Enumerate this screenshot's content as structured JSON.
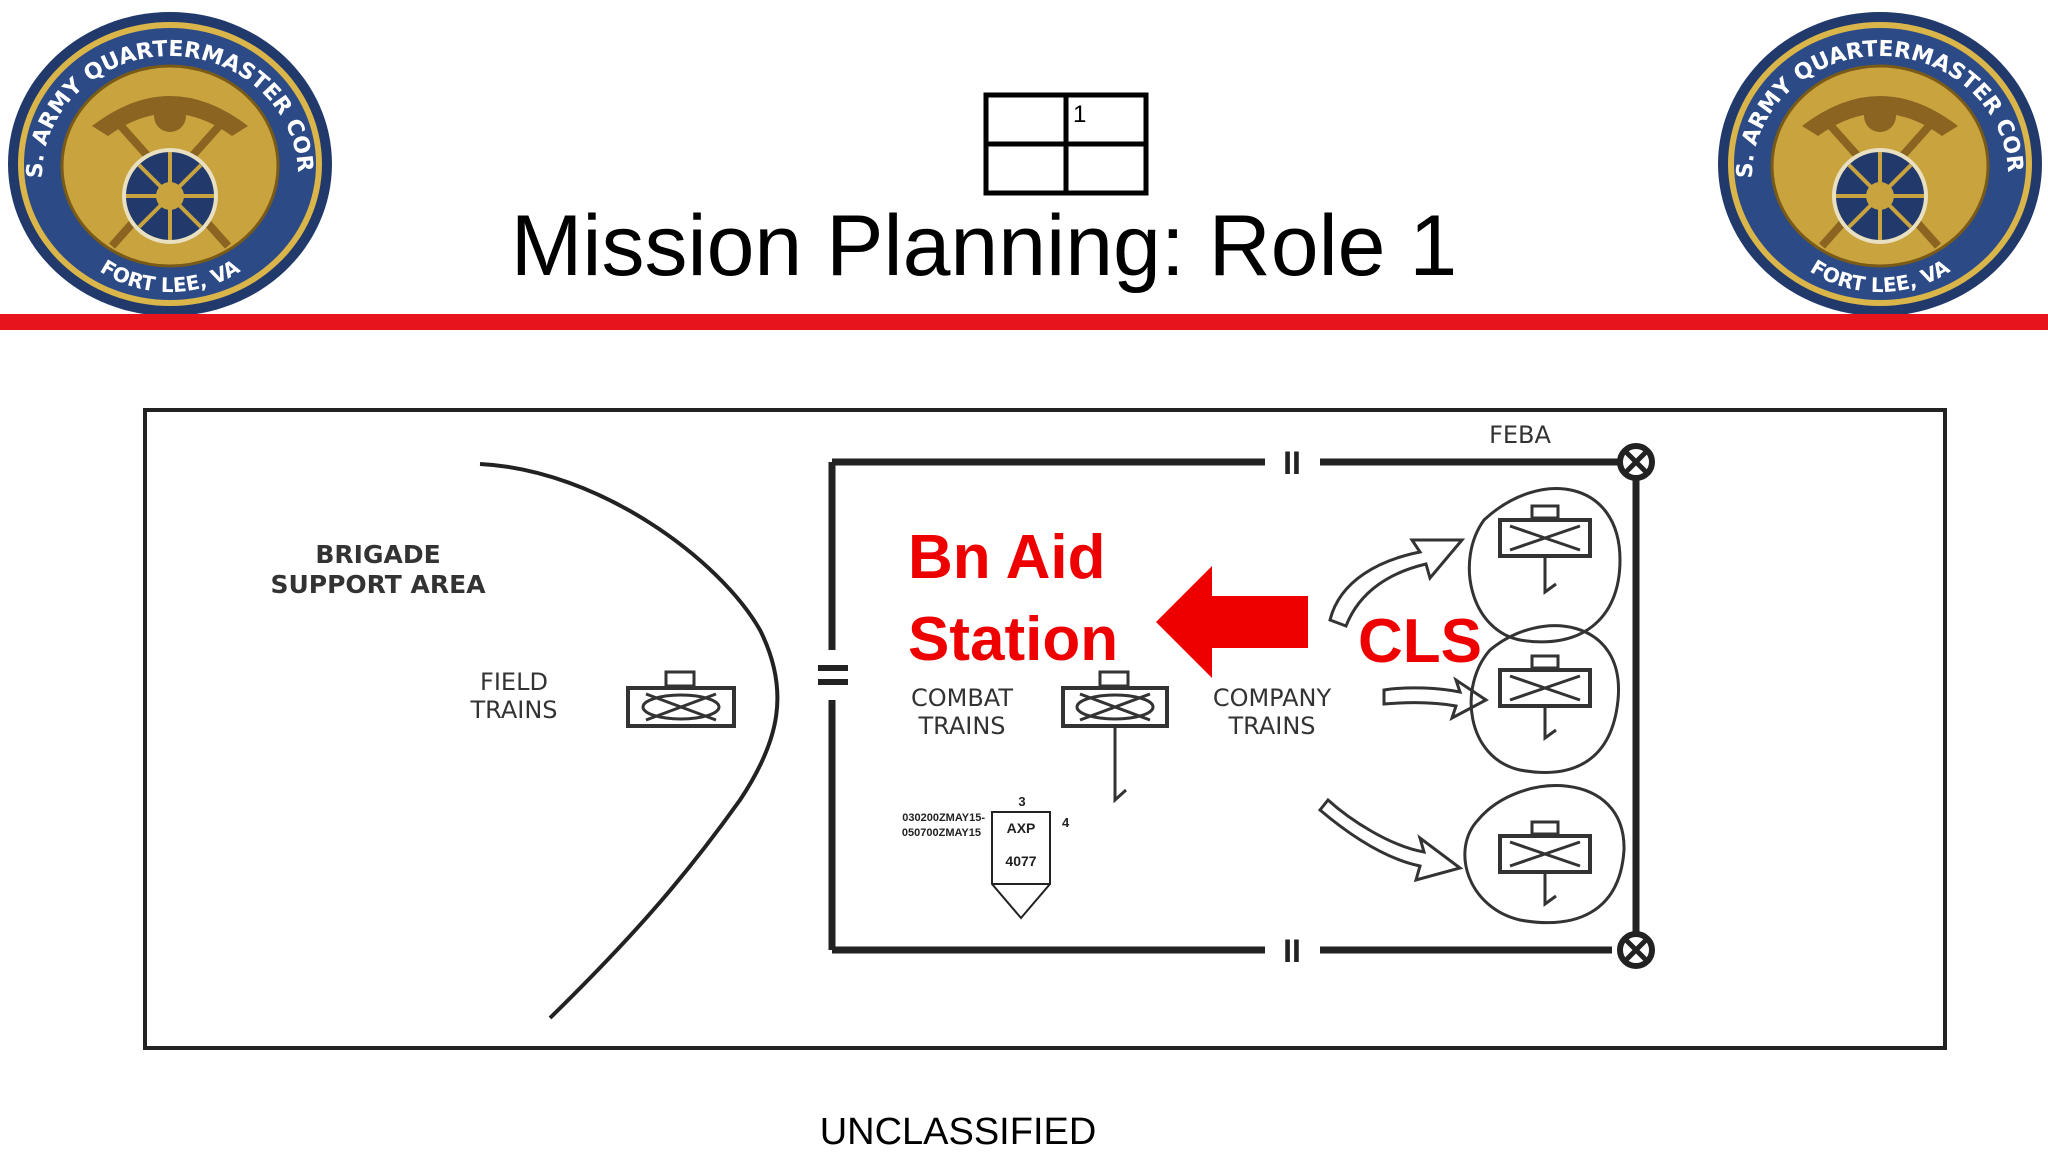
{
  "slide": {
    "title": "Mission Planning: Role 1",
    "classification": "UNCLASSIFIED",
    "title_symbol_number": "1",
    "seal_text": {
      "top": "U.S. ARMY QUARTERMASTER CORPS",
      "bottom": "FORT LEE, VA"
    },
    "accent_color": "#e8141b"
  },
  "diagram": {
    "feba_label": "FEBA",
    "bsa_label_line1": "BRIGADE",
    "bsa_label_line2": "SUPPORT AREA",
    "field_trains_line1": "FIELD",
    "field_trains_line2": "TRAINS",
    "combat_trains_line1": "COMBAT",
    "combat_trains_line2": "TRAINS",
    "company_trains_line1": "COMPANY",
    "company_trains_line2": "TRAINS",
    "bn_aid_line1": "Bn Aid",
    "bn_aid_line2": "Station",
    "cls_label": "CLS",
    "boundary_mark": "II",
    "axp": {
      "field3": "3",
      "field4": "4",
      "dtg_line1": "030200ZMAY15-",
      "dtg_line2": "050700ZMAY15",
      "label": "AXP",
      "number": "4077"
    }
  }
}
